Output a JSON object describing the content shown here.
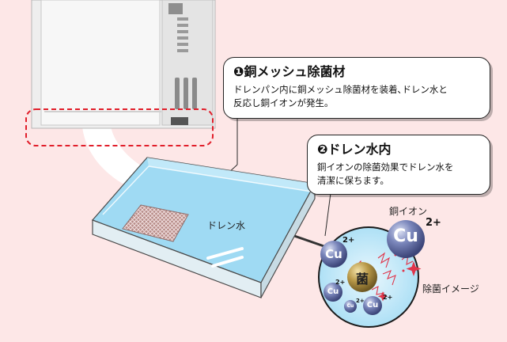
{
  "callout1": {
    "title": "❶銅メッシュ除菌材",
    "body_line1": "ドレンパン内に銅メッシュ除菌材を装着､ドレン水と",
    "body_line2": "反応し銅イオンが発生。"
  },
  "callout2": {
    "title": "❷ドレン水内",
    "body_line1": "銅イオンの除菌効果でドレン水を",
    "body_line2": "清潔に保ちます。"
  },
  "labels": {
    "drain_water": "ドレン水",
    "copper_ion": "銅イオン",
    "sterilize_image": "除菌イメージ",
    "germ": "菌",
    "cu": "Cu",
    "charge": "2+"
  },
  "colors": {
    "background": "#fde7e7",
    "water": "#9fdaf3",
    "dashed_box": "#e11e2a",
    "cu_sphere": "#6672a8",
    "germ_sphere": "#a88a3c"
  }
}
